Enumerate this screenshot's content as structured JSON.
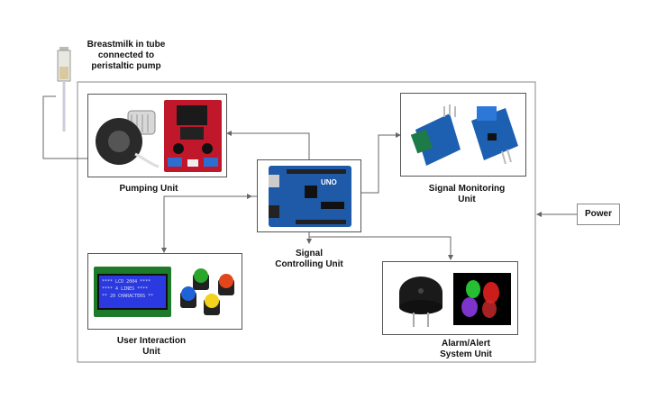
{
  "labels": {
    "breastmilk": "Breastmilk in tube connected to peristaltic pump",
    "pumping": "Pumping Unit",
    "monitoring": "Signal Monitoring Unit",
    "controlling": "Signal Controlling Unit",
    "user": "User Interaction Unit",
    "alarm": "Alarm/Alert System Unit",
    "power": "Power"
  },
  "images": {
    "lcd_line1": "**** LCD 2004 ****",
    "lcd_line2": "****  4 LINES  ****",
    "lcd_line3": "** 20 CHARACTERS **",
    "uno_text": "UNO"
  },
  "colors": {
    "wire": "#666666",
    "lcd_bg": "#2a3ae0",
    "board_blue": "#1e5aa8",
    "driver_red": "#c0182a",
    "sensor_blue": "#1d5fb0",
    "terminal_green": "#1f7a4a"
  },
  "icons": [
    "syringe-icon",
    "peristaltic-pump-icon",
    "motor-driver-icon",
    "arduino-uno-icon",
    "current-sensor-icon",
    "lcd-display-icon",
    "push-button-icon",
    "buzzer-icon",
    "led-icon"
  ]
}
